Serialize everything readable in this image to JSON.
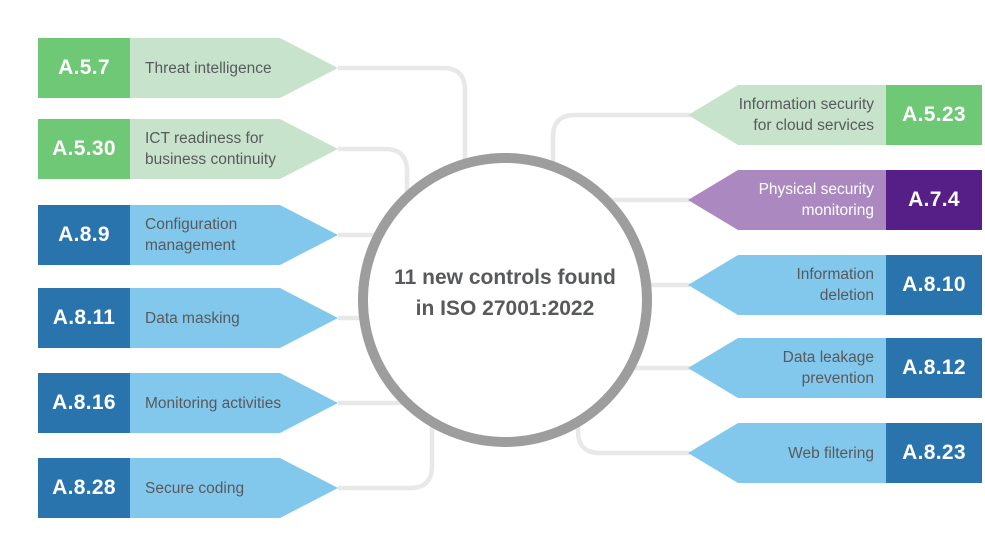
{
  "title": "11 new controls found\nin ISO 27001:2022",
  "colors": {
    "green_badge": "#6ec875",
    "green_body": "#c8e3cc",
    "blue_badge": "#2a74ae",
    "blue_body": "#82c8ed",
    "purple_badge": "#561f87",
    "purple_body": "#ab88c0",
    "text_dark": "#58595b",
    "text_on_purple": "#ffffff",
    "connector_gray": "#e8e8e8",
    "circle_border_gray": "#9d9d9d",
    "background": "#ffffff"
  },
  "left_items": [
    {
      "code": "A.5.7",
      "label": "Threat intelligence",
      "theme": "green"
    },
    {
      "code": "A.5.30",
      "label": "ICT readiness for\nbusiness continuity",
      "theme": "green"
    },
    {
      "code": "A.8.9",
      "label": "Configuration\nmanagement",
      "theme": "blue"
    },
    {
      "code": "A.8.11",
      "label": "Data masking",
      "theme": "blue"
    },
    {
      "code": "A.8.16",
      "label": "Monitoring activities",
      "theme": "blue"
    },
    {
      "code": "A.8.28",
      "label": "Secure coding",
      "theme": "blue"
    }
  ],
  "right_items": [
    {
      "code": "A.5.23",
      "label": "Information security\nfor cloud services",
      "theme": "green"
    },
    {
      "code": "A.7.4",
      "label": "Physical security\nmonitoring",
      "theme": "purple"
    },
    {
      "code": "A.8.10",
      "label": "Information\ndeletion",
      "theme": "blue"
    },
    {
      "code": "A.8.12",
      "label": "Data leakage\nprevention",
      "theme": "blue"
    },
    {
      "code": "A.8.23",
      "label": "Web filtering",
      "theme": "blue"
    }
  ]
}
